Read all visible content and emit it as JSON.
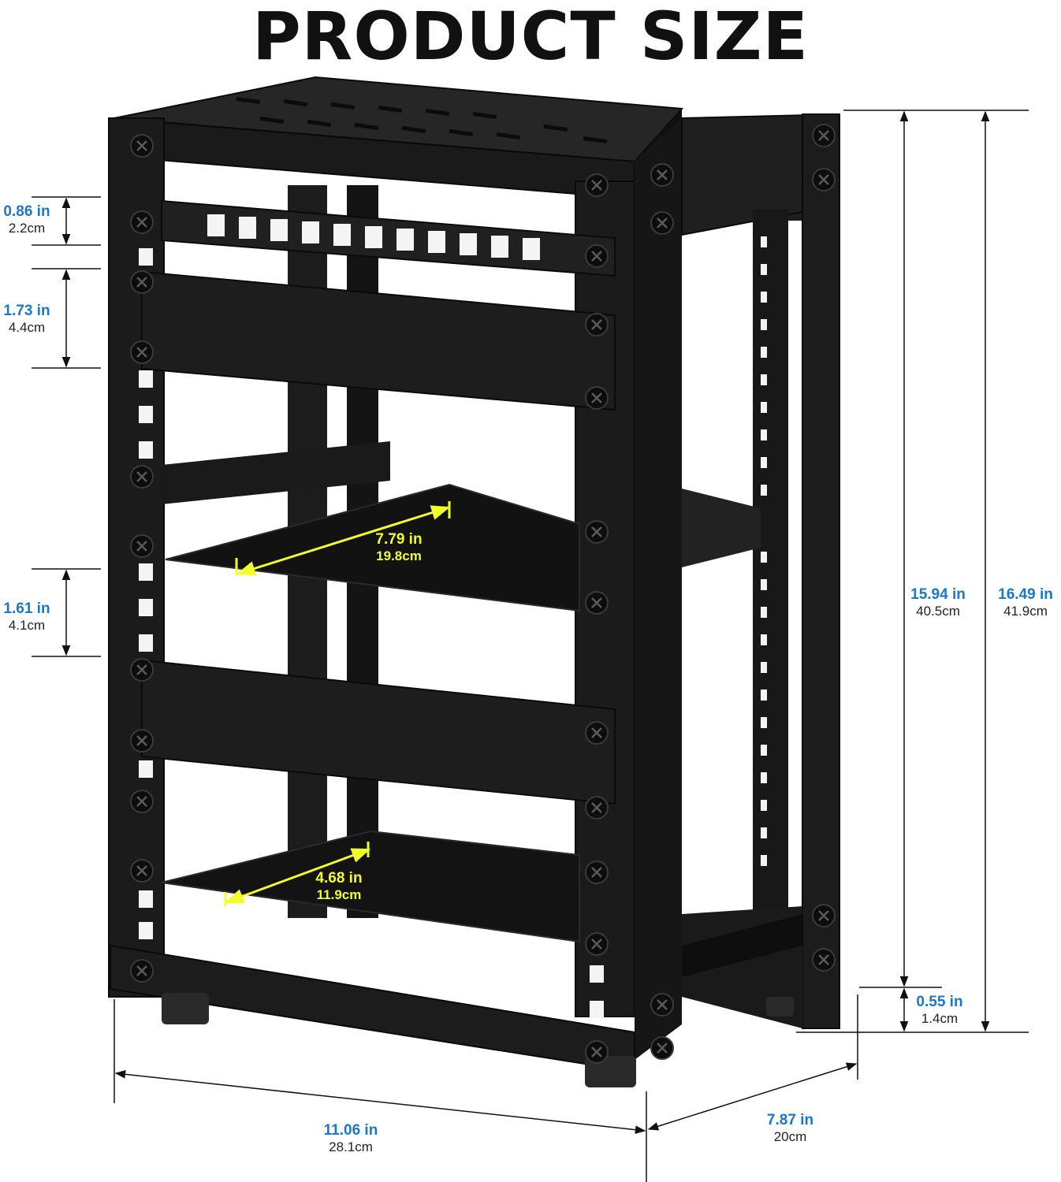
{
  "title": "PRODUCT SIZE",
  "colors": {
    "dimension_blue": "#1b78c6",
    "dimension_yellow": "#f2ff2a",
    "rack_black": "#151515"
  },
  "dimensions": {
    "gap_top": {
      "in": "0.86 in",
      "cm": "2.2cm"
    },
    "unit_1u": {
      "in": "1.73 in",
      "cm": "4.4cm"
    },
    "gap_mid": {
      "in": "1.61 in",
      "cm": "4.1cm"
    },
    "inner_height": {
      "in": "15.94 in",
      "cm": "40.5cm"
    },
    "total_height": {
      "in": "16.49 in",
      "cm": "41.9cm"
    },
    "foot_height": {
      "in": "0.55 in",
      "cm": "1.4cm"
    },
    "width": {
      "in": "11.06 in",
      "cm": "28.1cm"
    },
    "depth": {
      "in": "7.87 in",
      "cm": "20cm"
    },
    "shelf_depth_upper": {
      "in": "7.79 in",
      "cm": "19.8cm"
    },
    "shelf_depth_lower": {
      "in": "4.68 in",
      "cm": "11.9cm"
    }
  }
}
